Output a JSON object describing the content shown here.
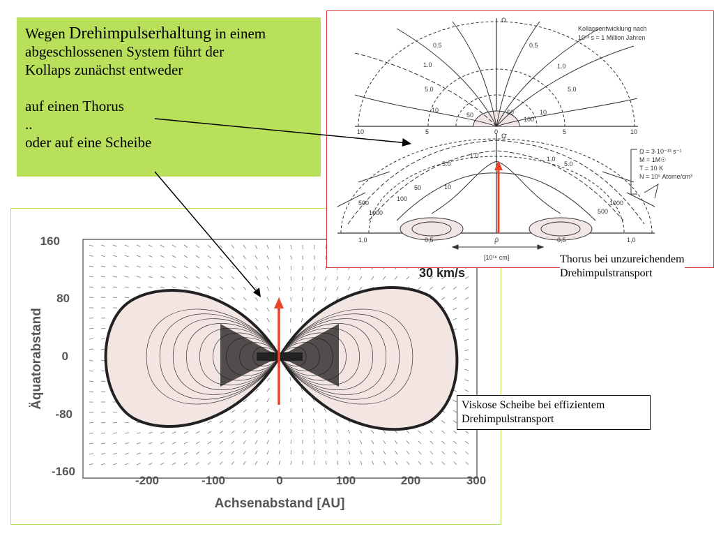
{
  "textbox": {
    "line1_pre": "Wegen ",
    "line1_big": "Drehimpulserhaltung",
    "line1_post": " in einem",
    "line2": "abgeschlossenen System führt der",
    "line3": "Kollaps zunächst entweder",
    "line4": "auf einen Thorus",
    "line5": "..",
    "line6": "oder auf eine Scheibe"
  },
  "captions": {
    "thorus_line1": "Thorus bei unzureichendem",
    "thorus_line2": "Drehimpulstransport",
    "scheibe_line1": "Viskose Scheibe bei effizientem",
    "scheibe_line2": "Drehimpulstransport"
  },
  "top_figure": {
    "title_line1": "Kollapsentwicklung nach",
    "title_line2": "10¹³ s = 1 Million Jahren",
    "omega_label": "Ω",
    "omega_bar_label": "Ω̄",
    "upper_contours": [
      "0.5",
      "0.5",
      "1.0",
      "1.0",
      "5.0",
      "5.0",
      "10",
      "10",
      "50",
      "100",
      "50"
    ],
    "upper_xticks": [
      "10",
      "5",
      "0",
      "5",
      "10"
    ],
    "lower_contours": [
      "1.0",
      "1.0",
      "5.0",
      "5.0",
      "10",
      "50",
      "100",
      "1000",
      "500",
      "500",
      "1000"
    ],
    "lower_xticks": [
      "1,0",
      "0,5",
      "0",
      "0,5",
      "1,0"
    ],
    "r_label": "r",
    "r_unit": "[10¹⁶ cm]",
    "params": [
      "Ω = 3·10⁻¹³ s⁻¹",
      "M = 1M☉",
      "T = 10 K",
      "N = 10⁵ Atome/cm³"
    ]
  },
  "bottom_figure": {
    "velocity_label": "30 km/s",
    "ylabel": "Äquatorabstand",
    "xlabel": "Achsenabstand [AU]",
    "yticks": [
      "160",
      "80",
      "0",
      "-80",
      "-160"
    ],
    "xticks": [
      "-200",
      "-100",
      "0",
      "100",
      "200",
      "300"
    ]
  },
  "colors": {
    "green_box": "#b8e05a",
    "red_frame": "#d8343a",
    "arrow_red": "#e8442a"
  }
}
